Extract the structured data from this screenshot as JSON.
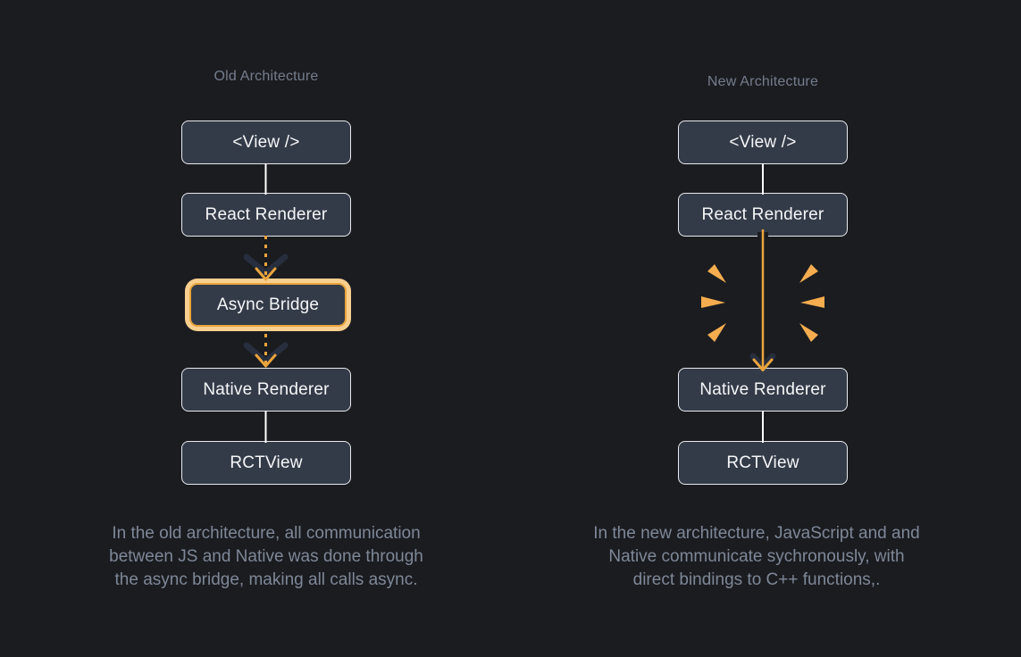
{
  "old": {
    "title": "Old Architecture",
    "boxes": {
      "view": "<View />",
      "react_renderer": "React Renderer",
      "async_bridge": "Async Bridge",
      "native_renderer": "Native Renderer",
      "rctview": "RCTView"
    },
    "caption_lines": [
      "In the old architecture, all communication",
      "between JS and Native was done through",
      "the async bridge, making all calls async."
    ]
  },
  "new": {
    "title": "New Architecture",
    "boxes": {
      "view": "<View />",
      "react_renderer": "React Renderer",
      "native_renderer": "Native Renderer",
      "rctview": "RCTView"
    },
    "caption_lines": [
      "In the new architecture, JavaScript and and",
      "Native communicate sychronously, with",
      "direct bindings to C++ functions,."
    ]
  },
  "icons": {
    "dashed_arrow": "dashed-down-arrow",
    "solid_arrow": "solid-down-arrow",
    "burst": "sync-burst-marks"
  },
  "colors": {
    "background": "#1b1c20",
    "box_fill": "#343b48",
    "box_border": "#e8eaee",
    "box_text": "#f5f6f8",
    "title_text": "#747d8c",
    "caption_text": "#7e8898",
    "orange": "#eaa43d",
    "orange_light": "#f8cf8e",
    "burst": "#f5ad4f",
    "white_line": "#ffffff",
    "dark_chevron": "#272e3d"
  }
}
